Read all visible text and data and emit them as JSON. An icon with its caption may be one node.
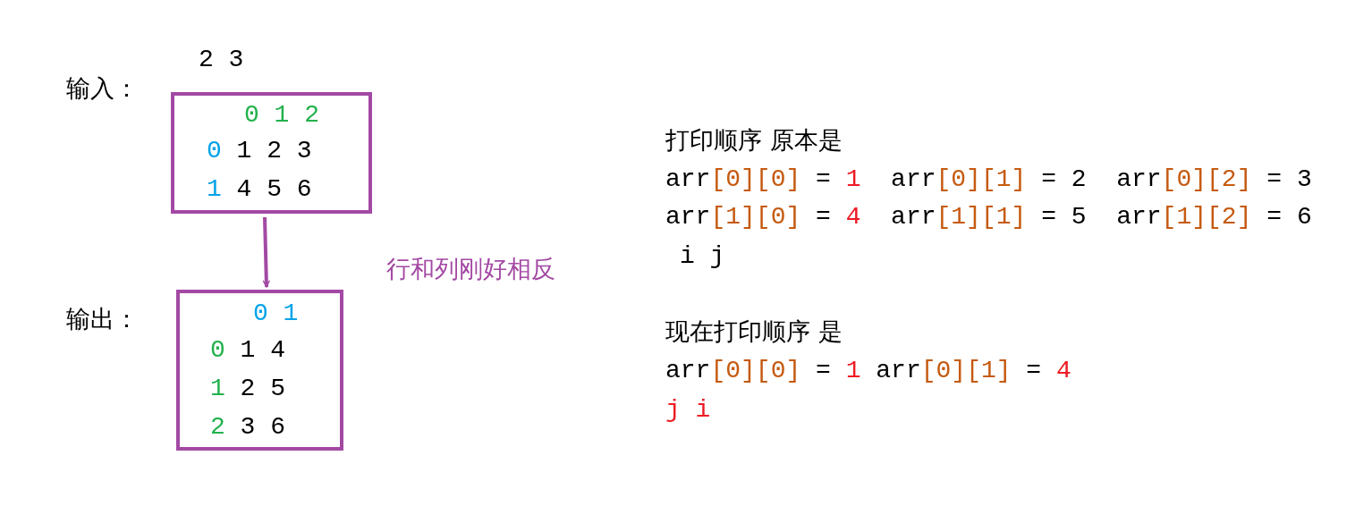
{
  "diagram": {
    "nodes": [
      {
        "text": [
          "0 1 2",
          "0 1 2 3",
          "1 4 5 6"
        ],
        "beside": [
          "2 3",
          "输入："
        ]
      },
      {
        "text": [
          "0 1",
          "0 1 4",
          "1 2 5",
          "2 3 6"
        ],
        "beside": [
          "输出："
        ]
      }
    ],
    "edges": [
      {
        "from": 0,
        "to": 1,
        "arrow": "to",
        "color": "#a349a4"
      }
    ],
    "labels": [
      "行和列刚好相反",
      "打印顺序 原本是",
      "arr[0][0] = 1  arr[0][1] = 2  arr[0][2] = 3",
      "arr[1][0] = 4  arr[1][1] = 5  arr[1][2] = 6",
      "i j",
      "现在打印顺序 是",
      "arr[0][0] = 1 arr[0][1] = 4",
      "j i"
    ]
  }
}
